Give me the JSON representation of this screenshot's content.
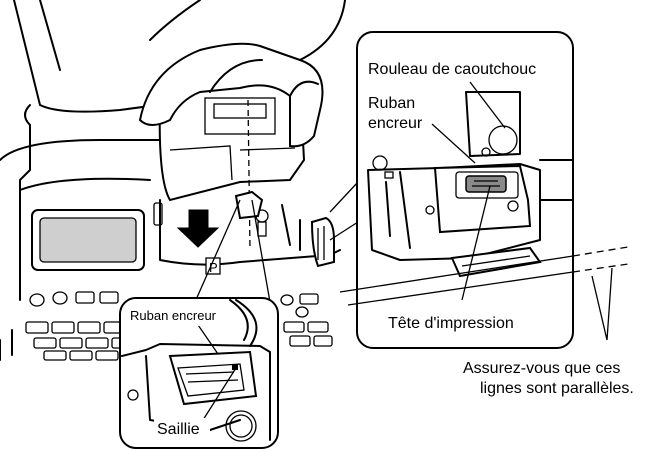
{
  "labels": {
    "rubber_roller": "Rouleau de caoutchouc",
    "ribbon_line1": "Ruban",
    "ribbon_line2": "encreur",
    "print_head": "Tête d'impression",
    "parallel_line1": "Assurez-vous que ces",
    "parallel_line2": "lignes sont parallèles.",
    "inset_ribbon": "Ruban encreur",
    "protrusion": "Saillie",
    "printer_mark": "P"
  },
  "colors": {
    "line": "#000000",
    "background": "#ffffff",
    "screen_fill": "#cfcfcf",
    "head_fill": "#8a8a8a"
  }
}
